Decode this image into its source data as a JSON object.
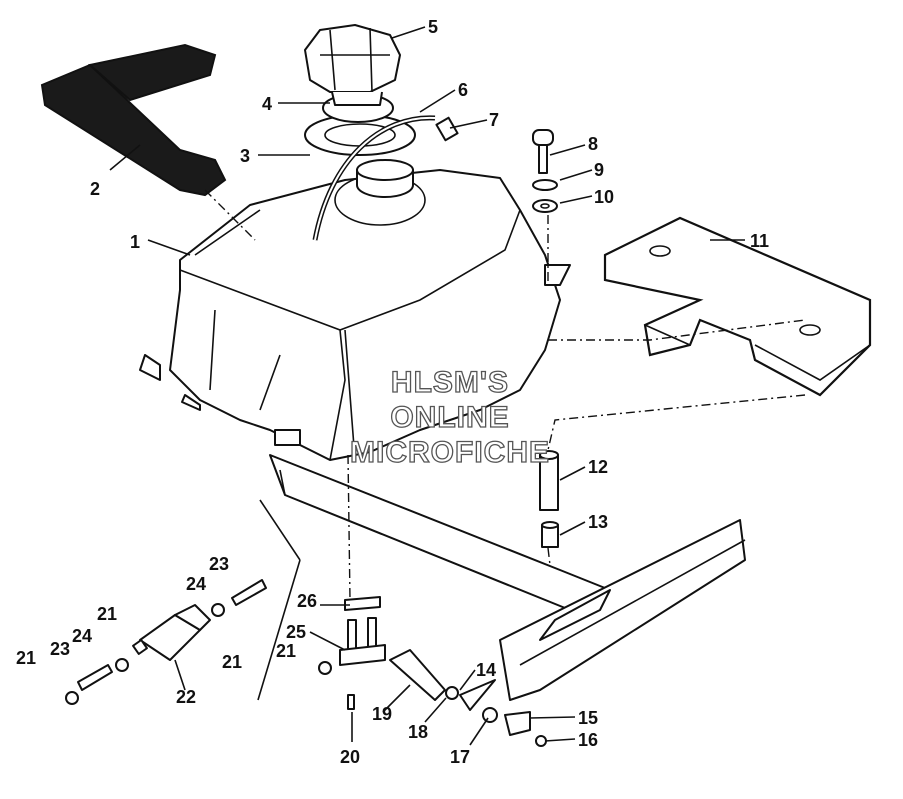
{
  "watermark": {
    "line1": "HLSM'S",
    "line2": "ONLINE",
    "line3": "MICROFICHE"
  },
  "callouts": [
    "1",
    "2",
    "3",
    "4",
    "5",
    "6",
    "7",
    "8",
    "9",
    "10",
    "11",
    "12",
    "13",
    "14",
    "15",
    "16",
    "17",
    "18",
    "19",
    "20",
    "21",
    "21",
    "21",
    "21",
    "22",
    "23",
    "23",
    "24",
    "24",
    "25",
    "26"
  ]
}
